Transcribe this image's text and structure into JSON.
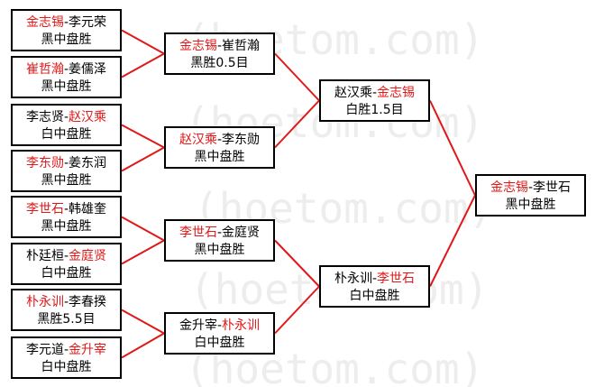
{
  "watermark": "(hoetom.com)",
  "colors": {
    "winner": "#e01818",
    "connector": "#e01818",
    "text": "#000000"
  },
  "round1": [
    {
      "player1": "金志锡",
      "player2": "李元荣",
      "winner": 1,
      "result": "黑中盘胜"
    },
    {
      "player1": "崔哲瀚",
      "player2": "姜儒泽",
      "winner": 1,
      "result": "黑中盘胜"
    },
    {
      "player1": "李志贤",
      "player2": "赵汉乘",
      "winner": 2,
      "result": "白中盘胜"
    },
    {
      "player1": "李东勋",
      "player2": "姜东润",
      "winner": 1,
      "result": "黑中盘胜"
    },
    {
      "player1": "李世石",
      "player2": "韩雄奎",
      "winner": 1,
      "result": "黑中盘胜"
    },
    {
      "player1": "朴廷桓",
      "player2": "金庭贤",
      "winner": 2,
      "result": "白中盘胜"
    },
    {
      "player1": "朴永训",
      "player2": "李春揆",
      "winner": 1,
      "result": "黑胜5.5目"
    },
    {
      "player1": "李元道",
      "player2": "金升宰",
      "winner": 2,
      "result": "白中盘胜"
    }
  ],
  "round2": [
    {
      "player1": "金志锡",
      "player2": "崔哲瀚",
      "winner": 1,
      "result": "黑胜0.5目"
    },
    {
      "player1": "赵汉乘",
      "player2": "李东勋",
      "winner": 1,
      "result": "黑中盘胜"
    },
    {
      "player1": "李世石",
      "player2": "金庭贤",
      "winner": 1,
      "result": "黑中盘胜"
    },
    {
      "player1": "金升宰",
      "player2": "朴永训",
      "winner": 2,
      "result": "白中盘胜"
    }
  ],
  "round3": [
    {
      "player1": "赵汉乘",
      "player2": "金志锡",
      "winner": 2,
      "result": "白胜1.5目"
    },
    {
      "player1": "朴永训",
      "player2": "李世石",
      "winner": 2,
      "result": "白中盘胜"
    }
  ],
  "final": [
    {
      "player1": "金志锡",
      "player2": "李世石",
      "winner": 1,
      "result": "黑中盘胜"
    }
  ]
}
